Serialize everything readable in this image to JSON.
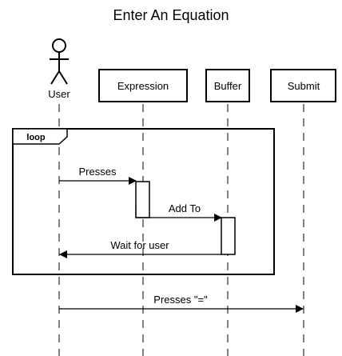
{
  "title": "Enter An Equation",
  "actor": {
    "label": "User"
  },
  "participants": [
    {
      "id": "expression",
      "label": "Expression"
    },
    {
      "id": "buffer",
      "label": "Buffer"
    },
    {
      "id": "submit",
      "label": "Submit"
    }
  ],
  "fragment": {
    "label": "loop"
  },
  "messages": [
    {
      "id": "m1",
      "label": "Presses",
      "from": "user",
      "to": "expression",
      "style": "solid"
    },
    {
      "id": "m2",
      "label": "Add To",
      "from": "expression",
      "to": "buffer",
      "style": "solid"
    },
    {
      "id": "m3",
      "label": "Wait for user",
      "from": "buffer",
      "to": "user",
      "style": "solid"
    },
    {
      "id": "m4",
      "label": "Presses \"=\"",
      "from": "user",
      "to": "submit",
      "style": "solid"
    }
  ],
  "colors": {
    "stroke": "#000000",
    "background": "#ffffff"
  }
}
